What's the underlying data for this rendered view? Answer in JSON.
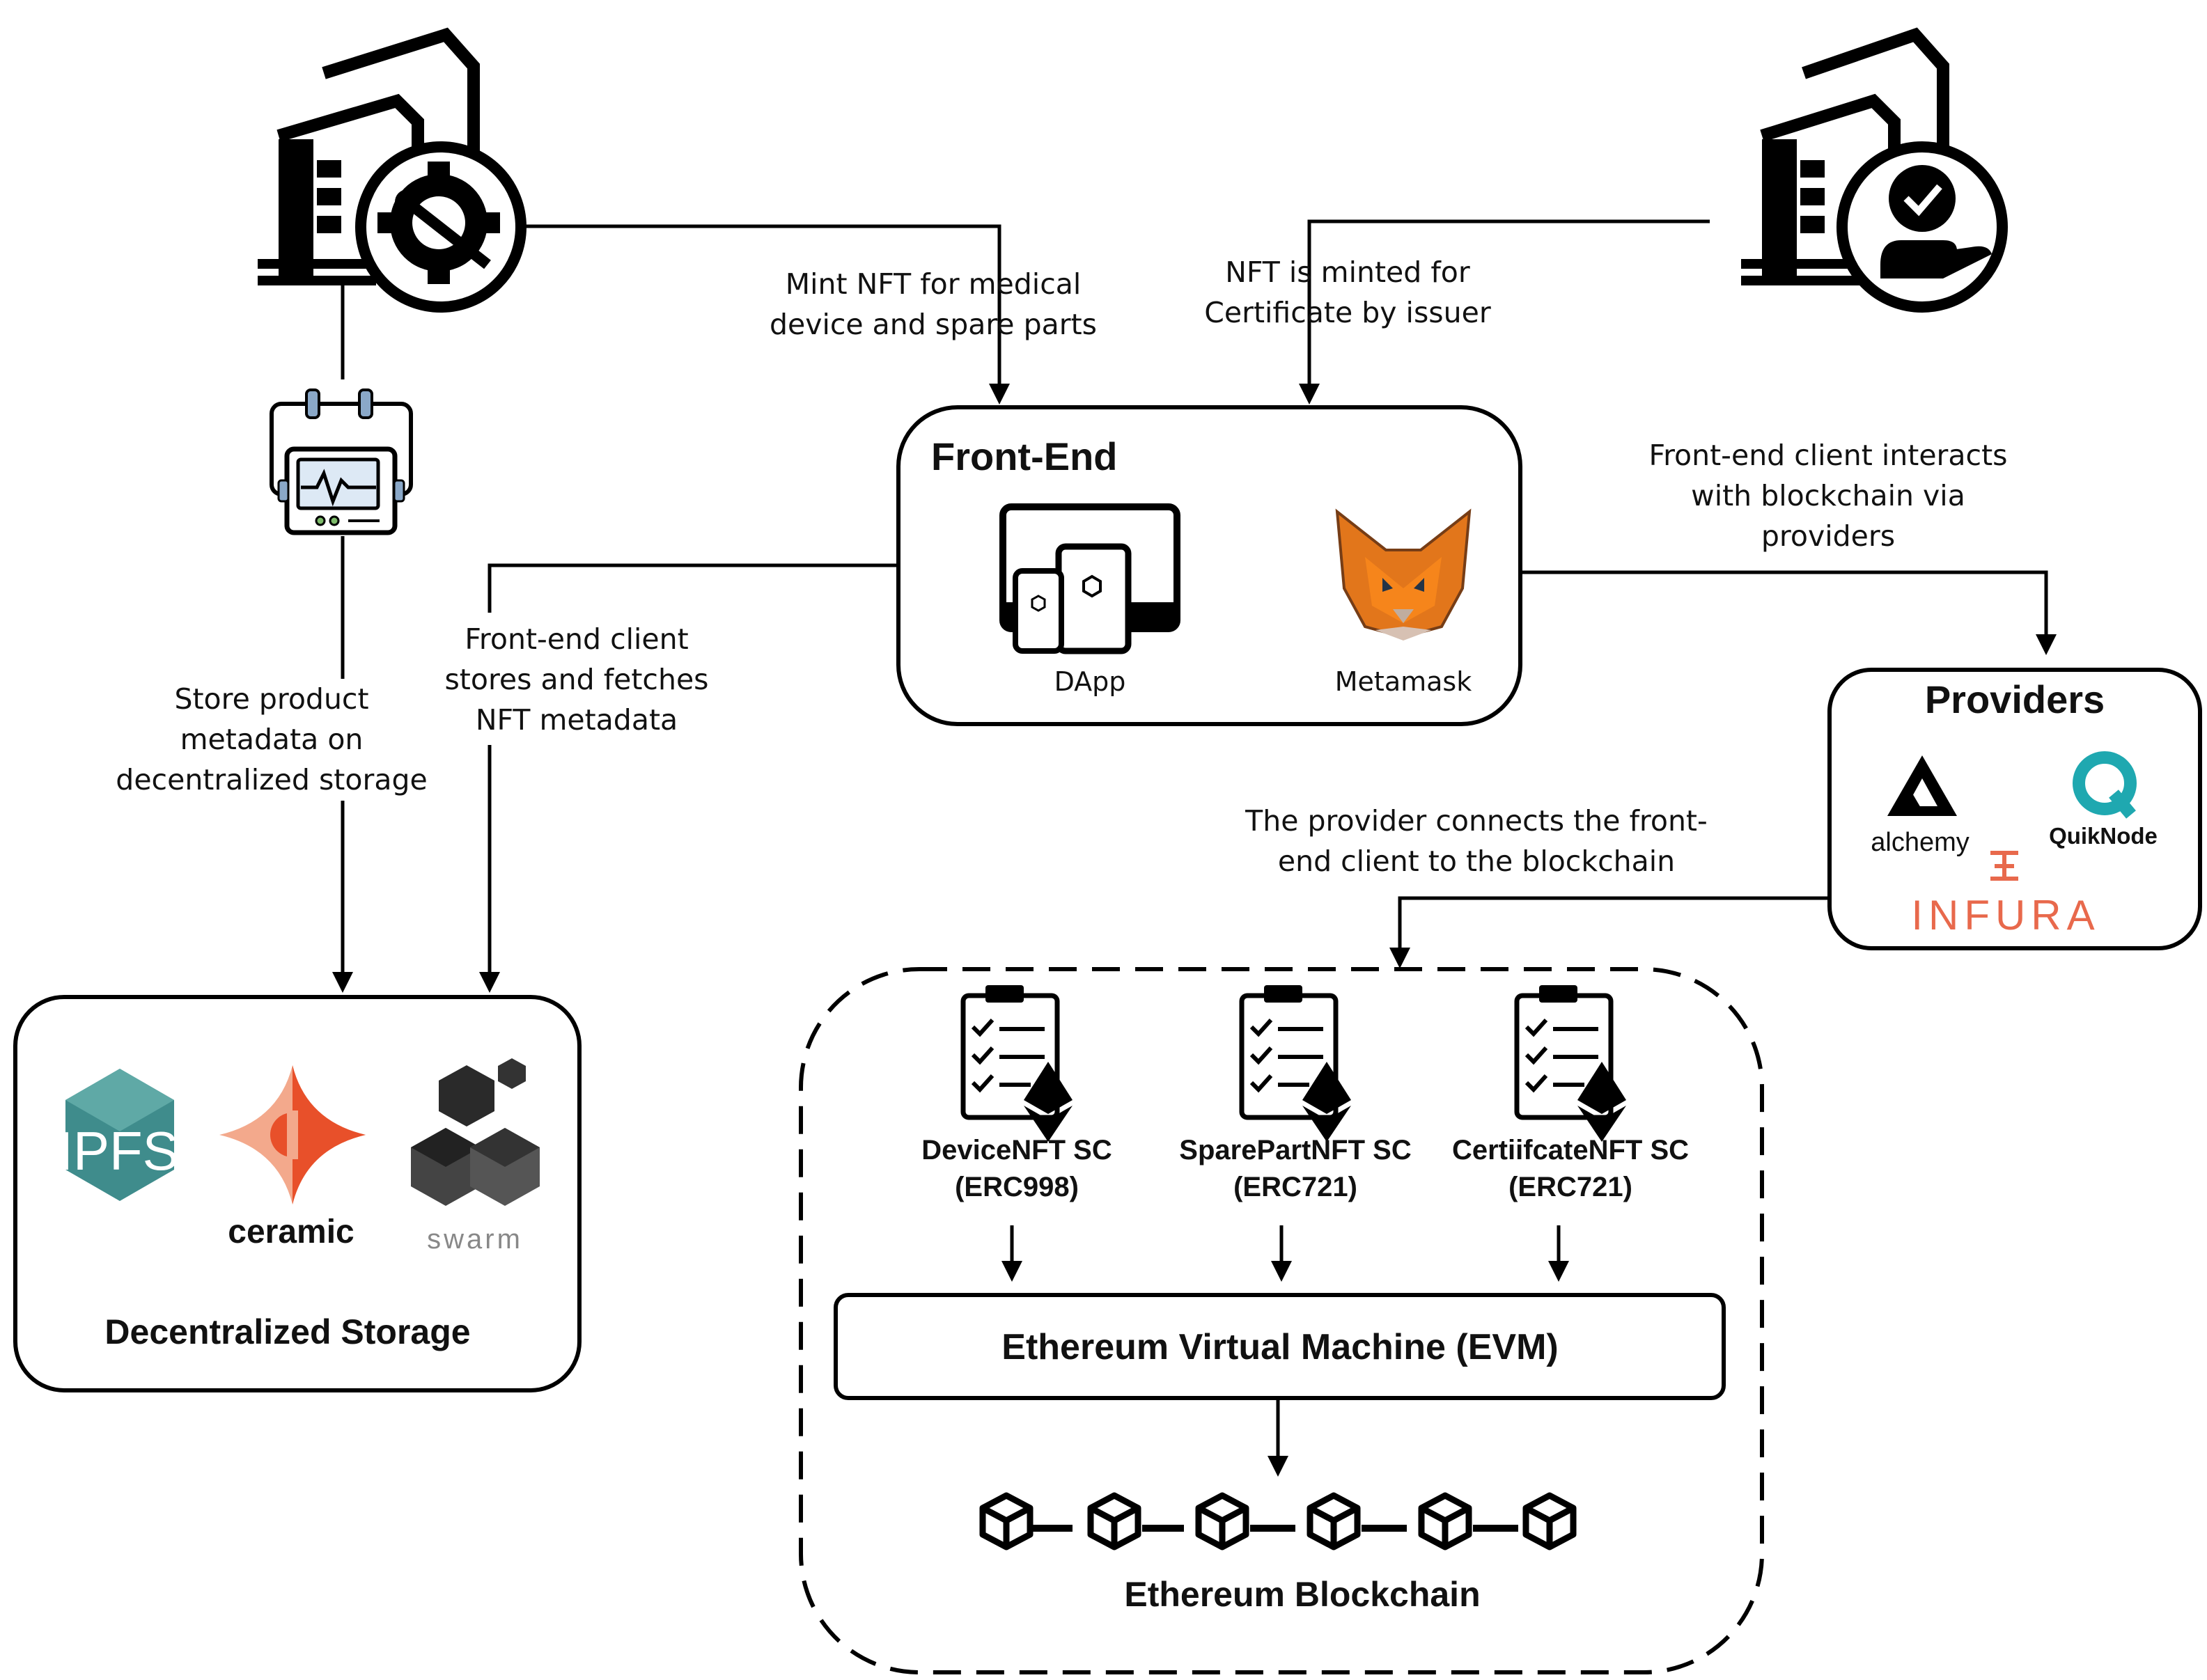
{
  "labels": {
    "mint_nft": [
      "Mint NFT for medical",
      "device and spare parts"
    ],
    "nft_minted": [
      "NFT is minted for",
      "Certificate by issuer"
    ],
    "frontend_interacts": [
      "Front-end client interacts",
      "with blockchain via",
      "providers"
    ],
    "store_metadata": [
      "Store product",
      "metadata on",
      "decentralized storage"
    ],
    "frontend_stores": [
      "Front-end client",
      "stores and fetches",
      "NFT metadata"
    ],
    "provider_connects": [
      "The provider connects the front-",
      "end client to the blockchain"
    ]
  },
  "frontend": {
    "title": "Front-End",
    "dapp_label": "DApp",
    "metamask_label": "Metamask"
  },
  "providers": {
    "title": "Providers",
    "alchemy": "alchemy",
    "quiknode": "QuikNode",
    "infura": "INFURA"
  },
  "storage": {
    "title": "Decentralized Storage",
    "ipfs": "IPFS",
    "ceramic": "ceramic",
    "swarm": "swarm"
  },
  "contracts": [
    {
      "name": "DeviceNFT SC",
      "standard": "(ERC998)"
    },
    {
      "name": "SparePartNFT SC",
      "standard": "(ERC721)"
    },
    {
      "name": "CertiifcateNFT SC",
      "standard": "(ERC721)"
    }
  ],
  "evm": {
    "title": "Ethereum Virtual Machine (EVM)"
  },
  "blockchain": {
    "title": "Ethereum Blockchain"
  },
  "colors": {
    "infura": "#e8694c",
    "quiknode": "#1fa8b0",
    "ceramic": "#e8502a",
    "ceramic_light": "#f3a98c",
    "ipfs": "#3f8c8c",
    "fox": "#e2761b"
  }
}
